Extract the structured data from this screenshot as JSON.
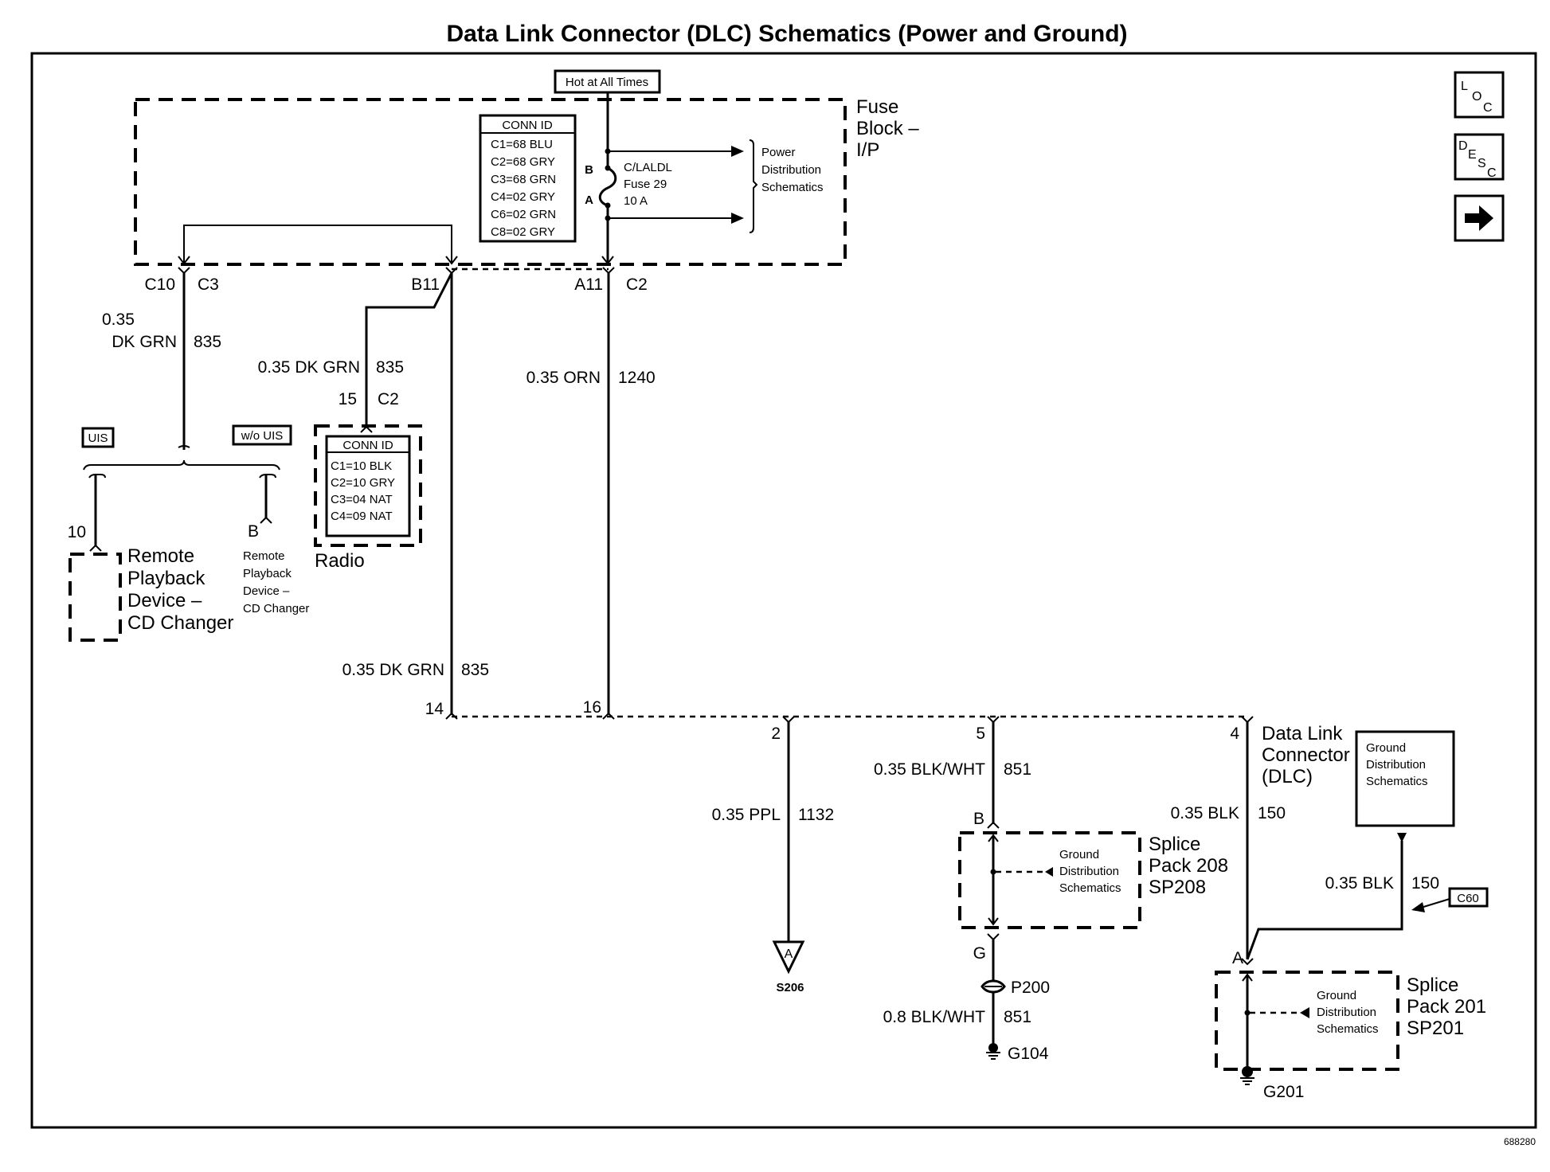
{
  "title": "Data Link Connector (DLC) Schematics (Power and Ground)",
  "figure_id": "688280",
  "nav_buttons": {
    "loc": [
      "L",
      "O",
      "C"
    ],
    "desc": [
      "D",
      "E",
      "S",
      "C"
    ],
    "next": "next-arrow"
  },
  "fuse_block": {
    "label": [
      "Fuse",
      "Block –",
      "I/P"
    ],
    "power_flag": "Hot at All Times",
    "conn_id_header": "CONN ID",
    "conn_ids": [
      "C1=68 BLU",
      "C2=68 GRY",
      "C3=68 GRN",
      "C4=02 GRY",
      "C6=02 GRN",
      "C8=02 GRY"
    ],
    "fuse_pin_b": "B",
    "fuse_pin_a": "A",
    "fuse_label": [
      "C/LALDL",
      "Fuse 29",
      "10 A"
    ],
    "power_ref": [
      "Power",
      "Distribution",
      "Schematics"
    ],
    "connectors": {
      "c10_pin": "C10",
      "c10_conn": "C3",
      "b11_pin": "B11",
      "a11_pin": "A11",
      "a11_conn": "C2"
    }
  },
  "wires": {
    "cd_feed": {
      "gauge_color_1": "0.35",
      "gauge_color_2": "DK GRN",
      "circuit": "835"
    },
    "radio_feed": {
      "gauge_color": "0.35 DK GRN",
      "circuit": "835"
    },
    "dlc_14": {
      "gauge_color": "0.35 DK GRN",
      "circuit": "835"
    },
    "dlc_16": {
      "gauge_color": "0.35 ORN",
      "circuit": "1240"
    },
    "dlc_2": {
      "gauge_color": "0.35 PPL",
      "circuit": "1132"
    },
    "dlc_5": {
      "gauge_color": "0.35 BLK/WHT",
      "circuit": "851"
    },
    "dlc_4": {
      "gauge_color": "0.35 BLK",
      "circuit": "150"
    },
    "g104": {
      "gauge_color": "0.8 BLK/WHT",
      "circuit": "851"
    },
    "sp201_feed": {
      "gauge_color": "0.35 BLK",
      "circuit": "150"
    }
  },
  "radio": {
    "pin": "15",
    "conn": "C2",
    "label": "Radio",
    "conn_id_header": "CONN ID",
    "conn_ids": [
      "C1=10 BLK",
      "C2=10 GRY",
      "C3=04 NAT",
      "C4=09 NAT"
    ]
  },
  "cd_changer": {
    "option_uis": "UIS",
    "option_wo_uis": "w/o UIS",
    "uis_pin": "10",
    "wo_uis_pin": "B",
    "uis_label": [
      "Remote",
      "Playback",
      "Device –",
      "CD Changer"
    ],
    "wo_uis_label": [
      "Remote",
      "Playback",
      "Device –",
      "CD Changer"
    ]
  },
  "dlc": {
    "pins": {
      "p14": "14",
      "p16": "16",
      "p2": "2",
      "p5": "5",
      "p4": "4"
    },
    "label": [
      "Data Link",
      "Connector",
      "(DLC)"
    ]
  },
  "s206": {
    "letter": "A",
    "label": "S206"
  },
  "sp208": {
    "pin_top": "B",
    "pin_bottom": "G",
    "label": [
      "Splice",
      "Pack 208",
      "SP208"
    ],
    "ref": [
      "Ground",
      "Distribution",
      "Schematics"
    ]
  },
  "p200": {
    "label": "P200"
  },
  "g104": {
    "label": "G104"
  },
  "sp201": {
    "pin_top": "A",
    "label": [
      "Splice",
      "Pack 201",
      "SP201"
    ],
    "ref": [
      "Ground",
      "Distribution",
      "Schematics"
    ]
  },
  "g201": {
    "label": "G201"
  },
  "ground_dist_box": {
    "label": [
      "Ground",
      "Distribution",
      "Schematics"
    ]
  },
  "c60": {
    "label": "C60"
  }
}
